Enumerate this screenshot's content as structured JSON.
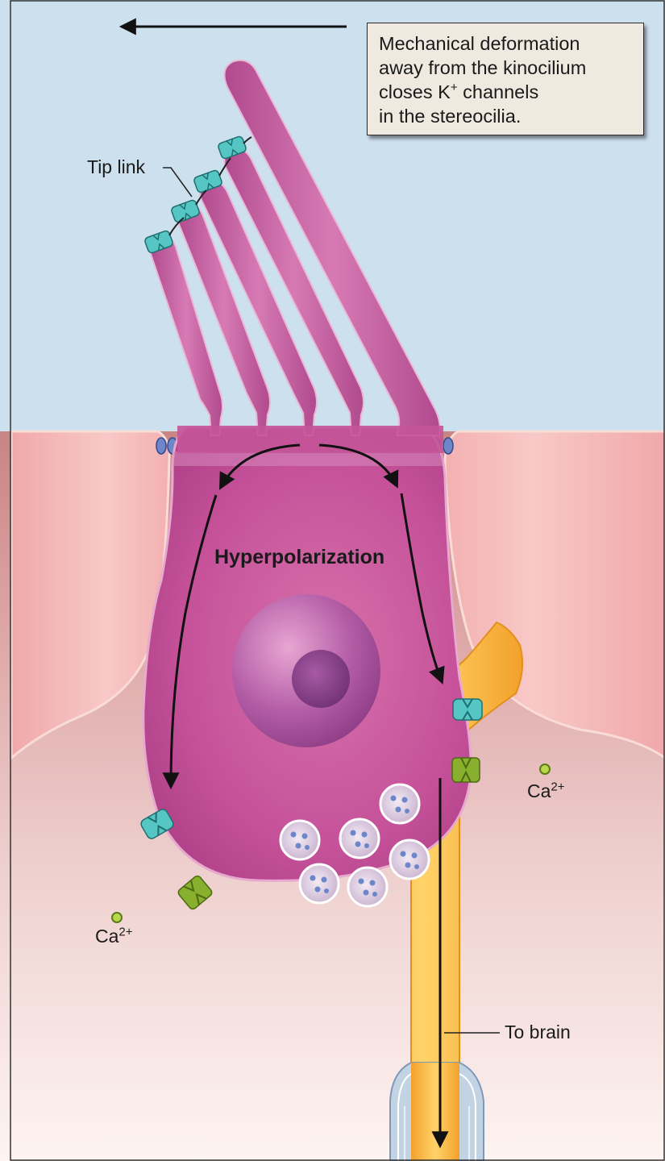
{
  "callout": {
    "line1": "Mechanical deformation",
    "line2": "away from the kinocilium",
    "line3a": "closes K",
    "line3sup": "+",
    "line3b": " channels",
    "line4": "in the stereocilia."
  },
  "labels": {
    "tip_link": "Tip link",
    "hyperpolarization": "Hyperpolarization",
    "ca_right_base": "Ca",
    "ca_right_sup": "2+",
    "ca_left_base": "Ca",
    "ca_left_sup": "2+",
    "to_brain": "To brain"
  },
  "colors": {
    "fluid_top": "#cde0ee",
    "hair_cell": "#c8589b",
    "support_cell": "#f3b3b4",
    "nerve": "#f6b132",
    "k_channel": "#55c6c4",
    "ca_channel": "#88b02e"
  }
}
